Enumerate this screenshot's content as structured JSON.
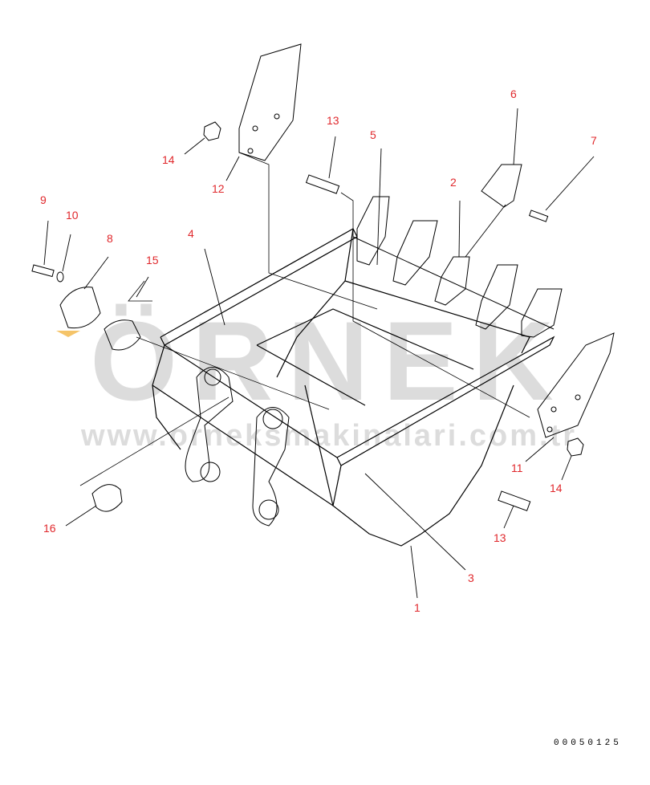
{
  "watermark": {
    "brand": "ÖRNEK",
    "url": "www.orneksmakinalari.com.tr",
    "accent_color": "#f5c469",
    "color": "#dcdcdc"
  },
  "callouts": {
    "c1": "1",
    "c2": "2",
    "c3": "3",
    "c4": "4",
    "c5": "5",
    "c6": "6",
    "c7": "7",
    "c8": "8",
    "c9": "9",
    "c10": "10",
    "c11": "11",
    "c12": "12",
    "c13a": "13",
    "c13b": "13",
    "c14a": "14",
    "c14b": "14",
    "c15": "15",
    "c16": "16"
  },
  "callout_color": "#e0282c",
  "drawing_code": "00050125"
}
